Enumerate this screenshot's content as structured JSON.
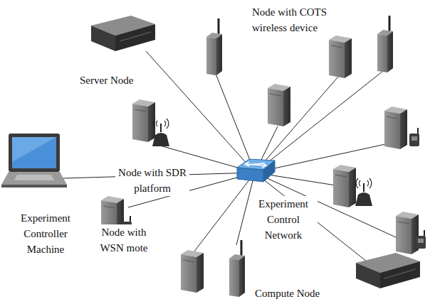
{
  "diagram": {
    "labels": [
      "Node with COTS wireless device",
      "Server Node",
      "Node with SDR platform",
      "Experiment Controller Machine",
      "Node with WSN mote",
      "Experiment Control Network",
      "Compute Node"
    ]
  }
}
